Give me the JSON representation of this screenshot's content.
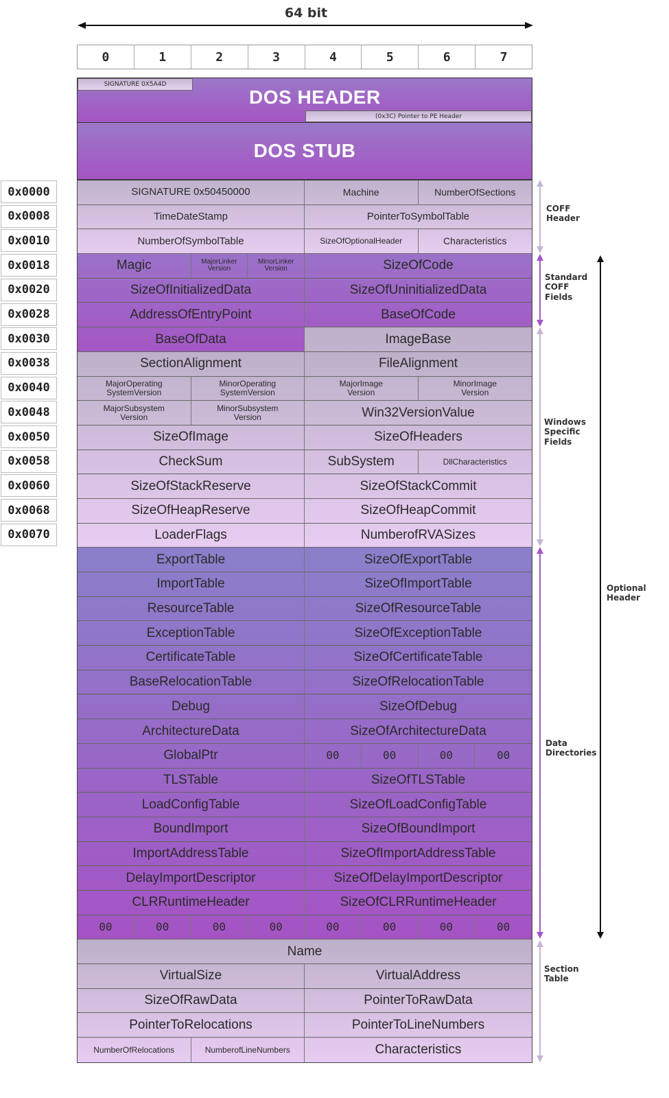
{
  "title": "64 bit",
  "byte_columns": [
    "0",
    "1",
    "2",
    "3",
    "4",
    "5",
    "6",
    "7"
  ],
  "dos_header": {
    "title": "DOS HEADER",
    "signature": "SIGNATURE 0X5A4D",
    "pe_pointer": "(0x3C) Pointer to PE Header"
  },
  "dos_stub": {
    "title": "DOS STUB"
  },
  "offsets": [
    "0x0000",
    "0x0008",
    "0x0010",
    "0x0018",
    "0x0020",
    "0x0028",
    "0x0030",
    "0x0038",
    "0x0040",
    "0x0048",
    "0x0050",
    "0x0058",
    "0x0060",
    "0x0068",
    "0x0070"
  ],
  "colors": {
    "coff": [
      "#c0b3cc",
      "#e6cdf0"
    ],
    "standard": [
      "#9a72c8",
      "#a456c4"
    ],
    "windows": [
      "#bdb0c9",
      "#e8ccf2"
    ],
    "data": [
      "#8a80ca",
      "#a553c4"
    ],
    "section": [
      "#bdb0c9",
      "#e8ccf2"
    ],
    "arrow_light": "#c6b6d6",
    "arrow_purple": "#a356c7"
  },
  "rows": [
    {
      "group": "coff",
      "cells": [
        {
          "label": "SIGNATURE 0x50450000",
          "bytes": 4
        },
        {
          "label": "Machine",
          "bytes": 2
        },
        {
          "label": "NumberOfSections",
          "bytes": 2
        }
      ]
    },
    {
      "group": "coff",
      "cells": [
        {
          "label": "TimeDateStamp",
          "bytes": 4
        },
        {
          "label": "PointerToSymbolTable",
          "bytes": 4
        }
      ]
    },
    {
      "group": "coff",
      "cells": [
        {
          "label": "NumberOfSymbolTable",
          "bytes": 4
        },
        {
          "label": "SizeOfOptionalHeader",
          "bytes": 2
        },
        {
          "label": "Characteristics",
          "bytes": 2
        }
      ]
    },
    {
      "group": "standard",
      "cells": [
        {
          "label": "Magic",
          "bytes": 2
        },
        {
          "label": "MajorLinker\nVersion",
          "bytes": 1
        },
        {
          "label": "MinorLinker\nVersion",
          "bytes": 1
        },
        {
          "label": "SizeOfCode",
          "bytes": 4
        }
      ]
    },
    {
      "group": "standard",
      "cells": [
        {
          "label": "SizeOfInitializedData",
          "bytes": 4
        },
        {
          "label": "SizeOfUninitializedData",
          "bytes": 4
        }
      ]
    },
    {
      "group": "standard",
      "cells": [
        {
          "label": "AddressOfEntryPoint",
          "bytes": 4
        },
        {
          "label": "BaseOfCode",
          "bytes": 4
        }
      ]
    },
    {
      "group": "standard",
      "cells": [
        {
          "label": "BaseOfData",
          "bytes": 4
        },
        {
          "label": "ImageBase",
          "bytes": 4,
          "group": "windows"
        }
      ]
    },
    {
      "group": "windows",
      "cells": [
        {
          "label": "SectionAlignment",
          "bytes": 4
        },
        {
          "label": "FileAlignment",
          "bytes": 4
        }
      ]
    },
    {
      "group": "windows",
      "cells": [
        {
          "label": "MajorOperating\nSystemVersion",
          "bytes": 2
        },
        {
          "label": "MinorOperating\nSystemVersion",
          "bytes": 2
        },
        {
          "label": "MajorImage\nVersion",
          "bytes": 2
        },
        {
          "label": "MinorImage\nVersion",
          "bytes": 2
        }
      ]
    },
    {
      "group": "windows",
      "cells": [
        {
          "label": "MajorSubsystem\nVersion",
          "bytes": 2
        },
        {
          "label": "MinorSubsystem\nVersion",
          "bytes": 2
        },
        {
          "label": "Win32VersionValue",
          "bytes": 4
        }
      ]
    },
    {
      "group": "windows",
      "cells": [
        {
          "label": "SizeOfImage",
          "bytes": 4
        },
        {
          "label": "SizeOfHeaders",
          "bytes": 4
        }
      ]
    },
    {
      "group": "windows",
      "cells": [
        {
          "label": "CheckSum",
          "bytes": 4
        },
        {
          "label": "SubSystem",
          "bytes": 2
        },
        {
          "label": "DllCharacteristics",
          "bytes": 2
        }
      ]
    },
    {
      "group": "windows",
      "cells": [
        {
          "label": "SizeOfStackReserve",
          "bytes": 4
        },
        {
          "label": "SizeOfStackCommit",
          "bytes": 4
        }
      ]
    },
    {
      "group": "windows",
      "cells": [
        {
          "label": "SizeOfHeapReserve",
          "bytes": 4
        },
        {
          "label": "SizeOfHeapCommit",
          "bytes": 4
        }
      ]
    },
    {
      "group": "windows",
      "cells": [
        {
          "label": "LoaderFlags",
          "bytes": 4
        },
        {
          "label": "NumberofRVASizes",
          "bytes": 4
        }
      ]
    },
    {
      "group": "data",
      "cells": [
        {
          "label": "ExportTable",
          "bytes": 4
        },
        {
          "label": "SizeOfExportTable",
          "bytes": 4
        }
      ]
    },
    {
      "group": "data",
      "cells": [
        {
          "label": "ImportTable",
          "bytes": 4
        },
        {
          "label": "SizeOfImportTable",
          "bytes": 4
        }
      ]
    },
    {
      "group": "data",
      "cells": [
        {
          "label": "ResourceTable",
          "bytes": 4
        },
        {
          "label": "SizeOfResourceTable",
          "bytes": 4
        }
      ]
    },
    {
      "group": "data",
      "cells": [
        {
          "label": "ExceptionTable",
          "bytes": 4
        },
        {
          "label": "SizeOfExceptionTable",
          "bytes": 4
        }
      ]
    },
    {
      "group": "data",
      "cells": [
        {
          "label": "CertificateTable",
          "bytes": 4
        },
        {
          "label": "SizeOfCertificateTable",
          "bytes": 4
        }
      ]
    },
    {
      "group": "data",
      "cells": [
        {
          "label": "BaseRelocationTable",
          "bytes": 4
        },
        {
          "label": "SizeOfRelocationTable",
          "bytes": 4
        }
      ]
    },
    {
      "group": "data",
      "cells": [
        {
          "label": "Debug",
          "bytes": 4
        },
        {
          "label": "SizeOfDebug",
          "bytes": 4
        }
      ]
    },
    {
      "group": "data",
      "cells": [
        {
          "label": "ArchitectureData",
          "bytes": 4
        },
        {
          "label": "SizeOfArchitectureData",
          "bytes": 4
        }
      ]
    },
    {
      "group": "data",
      "cells": [
        {
          "label": "GlobalPtr",
          "bytes": 4
        },
        {
          "label": "00",
          "bytes": 1
        },
        {
          "label": "00",
          "bytes": 1
        },
        {
          "label": "00",
          "bytes": 1
        },
        {
          "label": "00",
          "bytes": 1
        }
      ]
    },
    {
      "group": "data",
      "cells": [
        {
          "label": "TLSTable",
          "bytes": 4
        },
        {
          "label": "SizeOfTLSTable",
          "bytes": 4
        }
      ]
    },
    {
      "group": "data",
      "cells": [
        {
          "label": "LoadConfigTable",
          "bytes": 4
        },
        {
          "label": "SizeOfLoadConfigTable",
          "bytes": 4
        }
      ]
    },
    {
      "group": "data",
      "cells": [
        {
          "label": "BoundImport",
          "bytes": 4
        },
        {
          "label": "SizeOfBoundImport",
          "bytes": 4
        }
      ]
    },
    {
      "group": "data",
      "cells": [
        {
          "label": "ImportAddressTable",
          "bytes": 4
        },
        {
          "label": "SizeOfImportAddressTable",
          "bytes": 4
        }
      ]
    },
    {
      "group": "data",
      "cells": [
        {
          "label": "DelayImportDescriptor",
          "bytes": 4
        },
        {
          "label": "SizeOfDelayImportDescriptor",
          "bytes": 4
        }
      ]
    },
    {
      "group": "data",
      "cells": [
        {
          "label": "CLRRuntimeHeader",
          "bytes": 4
        },
        {
          "label": "SizeOfCLRRuntimeHeader",
          "bytes": 4
        }
      ]
    },
    {
      "group": "data",
      "cells": [
        {
          "label": "00",
          "bytes": 1
        },
        {
          "label": "00",
          "bytes": 1
        },
        {
          "label": "00",
          "bytes": 1
        },
        {
          "label": "00",
          "bytes": 1
        },
        {
          "label": "00",
          "bytes": 1
        },
        {
          "label": "00",
          "bytes": 1
        },
        {
          "label": "00",
          "bytes": 1
        },
        {
          "label": "00",
          "bytes": 1
        }
      ]
    },
    {
      "group": "section",
      "cells": [
        {
          "label": "Name",
          "bytes": 8
        }
      ]
    },
    {
      "group": "section",
      "cells": [
        {
          "label": "VirtualSize",
          "bytes": 4
        },
        {
          "label": "VirtualAddress",
          "bytes": 4
        }
      ]
    },
    {
      "group": "section",
      "cells": [
        {
          "label": "SizeOfRawData",
          "bytes": 4
        },
        {
          "label": "PointerToRawData",
          "bytes": 4
        }
      ]
    },
    {
      "group": "section",
      "cells": [
        {
          "label": "PointerToRelocations",
          "bytes": 4
        },
        {
          "label": "PointerToLineNumbers",
          "bytes": 4
        }
      ]
    },
    {
      "group": "section",
      "cells": [
        {
          "label": "NumberOfRelocations",
          "bytes": 2
        },
        {
          "label": "NumberofLineNumbers",
          "bytes": 2
        },
        {
          "label": "Characteristics",
          "bytes": 4
        }
      ]
    }
  ],
  "annotations": {
    "coff": "COFF\nHeader",
    "standard": "Standard\nCOFF\nFields",
    "windows": "Windows\nSpecific\nFields",
    "data": "Data\nDirectories",
    "section": "Section\nTable",
    "optional": "Optional\nHeader"
  }
}
